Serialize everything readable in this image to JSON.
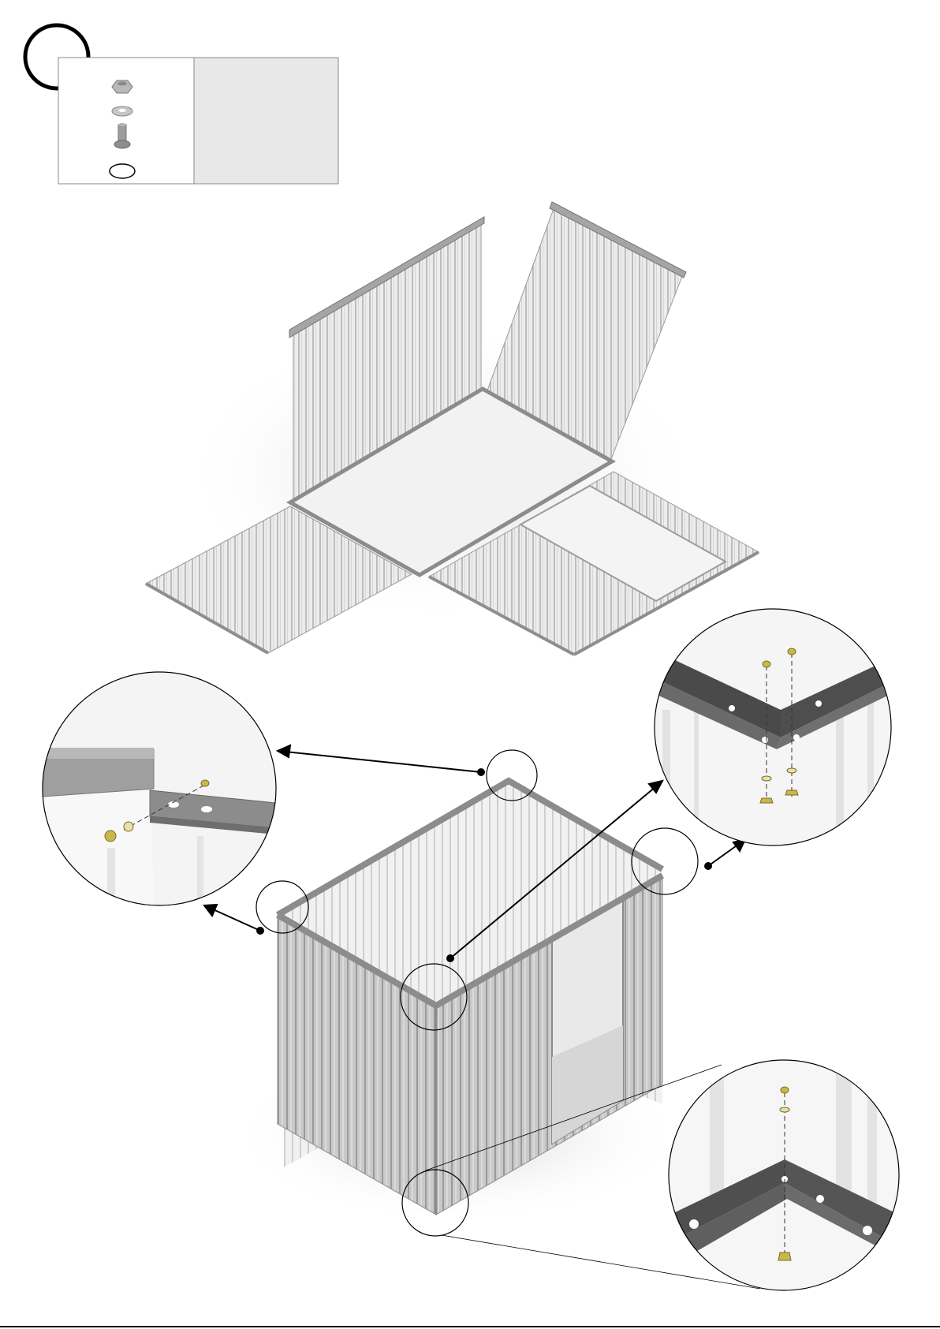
{
  "page": {
    "step_number": "",
    "parts_note": "",
    "footer": ""
  },
  "parts": [
    {
      "name": "nut",
      "icon": "hex-nut-icon"
    },
    {
      "name": "washer",
      "icon": "washer-icon"
    },
    {
      "name": "bolt",
      "icon": "bolt-icon"
    },
    {
      "name": "ring",
      "icon": "o-ring-icon"
    }
  ],
  "colors": {
    "panel": "#e9e9e9",
    "panel_rib": "#bdbdbd",
    "frame": "#8e8e8e",
    "floor": "#efefef",
    "shed_wall": "#b7b7b7",
    "hardware_accent": "#d8c84a",
    "detail_frame": "#555555"
  }
}
